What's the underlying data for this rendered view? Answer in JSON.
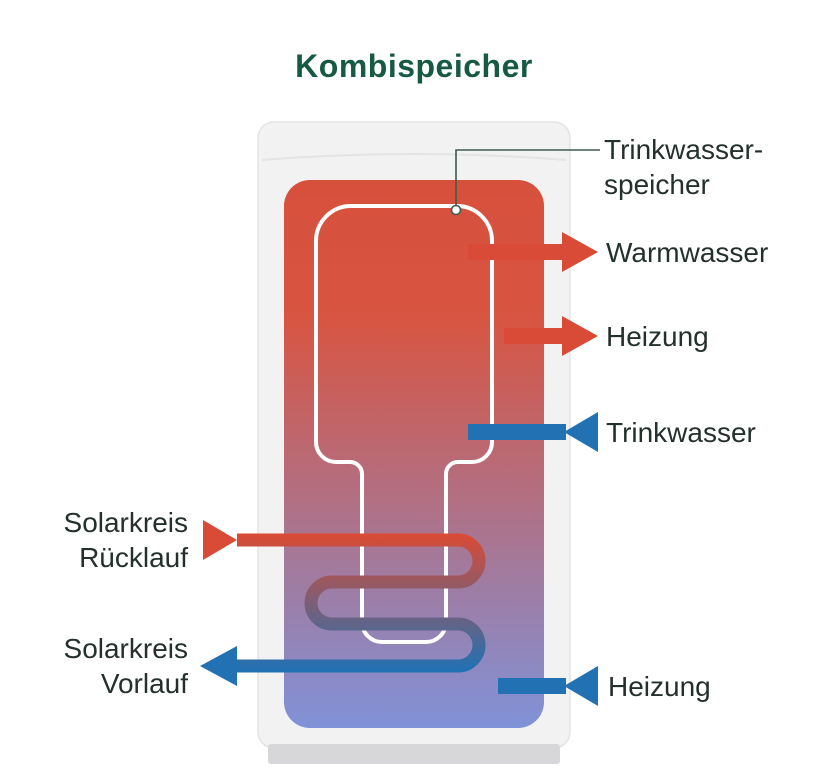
{
  "title": "Kombispeicher",
  "labels": {
    "inner_tank_line1": "Trinkwasser-",
    "inner_tank_line2": "speicher",
    "warmwasser": "Warmwasser",
    "heizung_top": "Heizung",
    "trinkwasser": "Trinkwasser",
    "solarkreis_ruecklauf_line1": "Solarkreis",
    "solarkreis_ruecklauf_line2": "Rücklauf",
    "solarkreis_vorlauf_line1": "Solarkreis",
    "solarkreis_vorlauf_line2": "Vorlauf",
    "heizung_bottom": "Heizung"
  },
  "colors": {
    "title_green": "#175a43",
    "label_text": "#24302d",
    "arrow_red": "#d94b36",
    "arrow_blue": "#2271b3",
    "tank_gradient_top": "#d7503c",
    "tank_gradient_bottom": "#8092d8",
    "shell_fill": "#f2f2f3",
    "shell_border": "#e4e4e6",
    "base_fill": "#d7d7d9",
    "vessel_outline": "#ffffff",
    "leader_line": "#3d5a50"
  }
}
